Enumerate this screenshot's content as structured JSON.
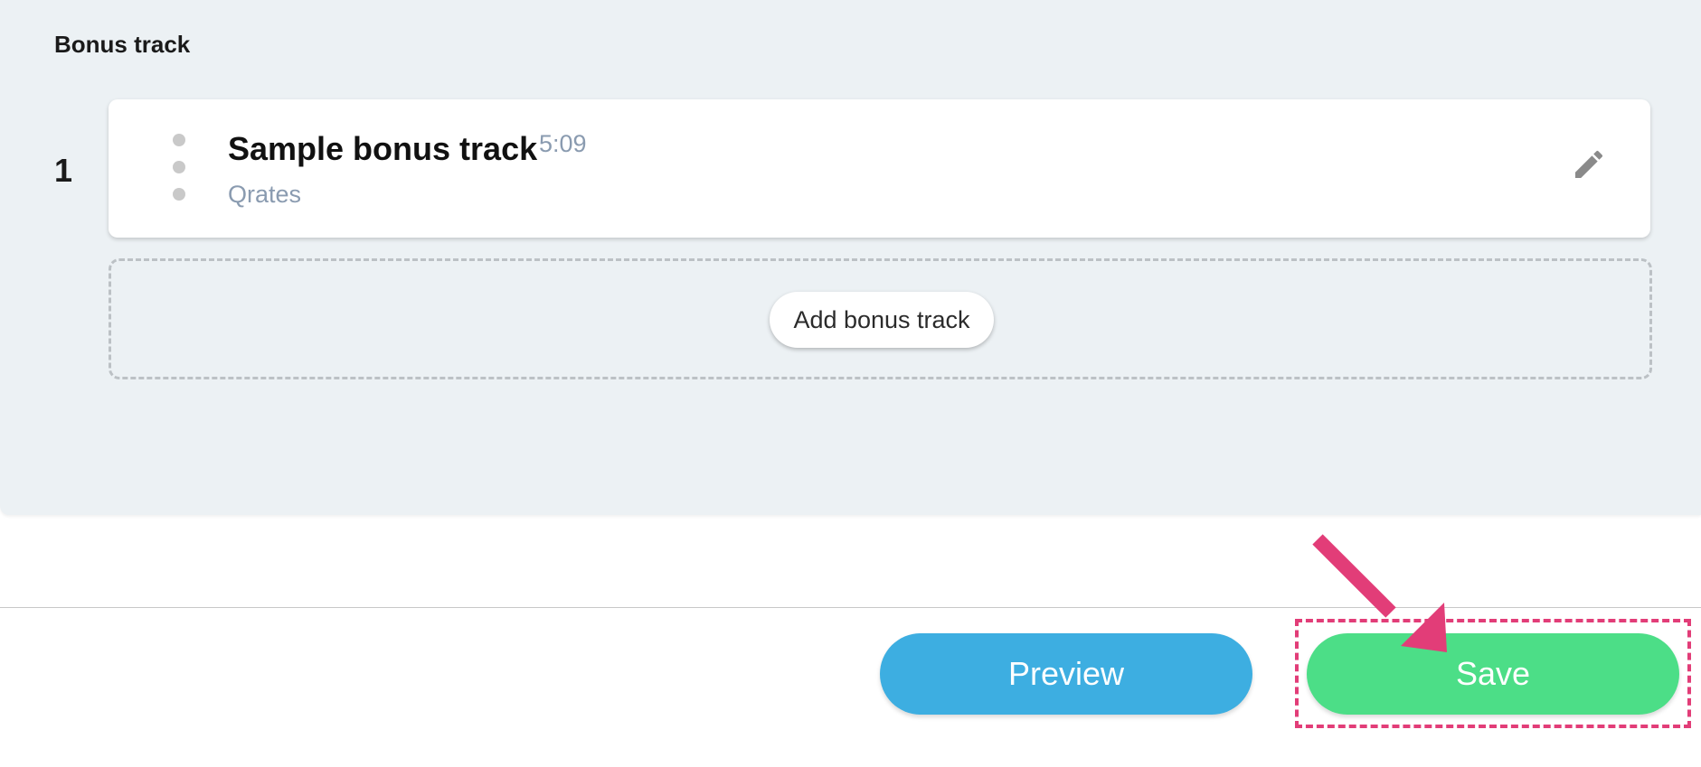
{
  "section": {
    "title": "Bonus track"
  },
  "tracks": [
    {
      "index": "1",
      "title": "Sample bonus track",
      "duration": "5:09",
      "artist": "Qrates"
    }
  ],
  "add_zone": {
    "button_label": "Add bonus track"
  },
  "footer": {
    "preview_label": "Preview",
    "save_label": "Save"
  },
  "colors": {
    "panel_background": "#ecf1f4",
    "preview_button": "#3daee1",
    "save_button": "#4cde87",
    "annotation": "#e23d78",
    "secondary_text": "#8a9bb0"
  },
  "icons": {
    "drag": "drag-handle-icon",
    "edit": "pencil-icon"
  }
}
